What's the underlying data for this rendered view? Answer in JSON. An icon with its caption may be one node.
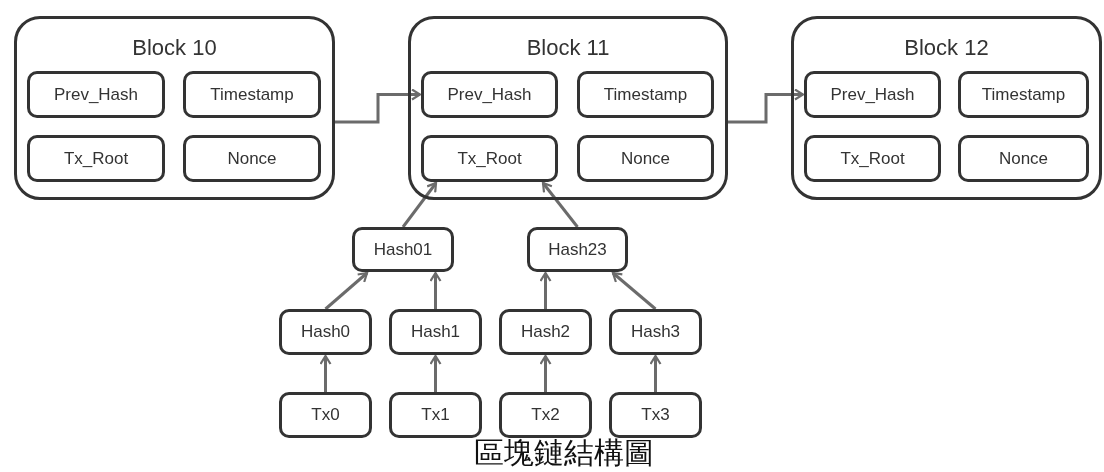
{
  "diagram": {
    "caption": "區塊鏈結構圖",
    "nodes": [
      {
        "text": [
          "Block 10"
        ]
      },
      {
        "text": [
          "Prev_Hash"
        ],
        "in": 0
      },
      {
        "text": [
          "Timestamp"
        ],
        "in": 0
      },
      {
        "text": [
          "Tx_Root"
        ],
        "in": 0
      },
      {
        "text": [
          "Nonce"
        ],
        "in": 0
      },
      {
        "text": [
          "Block 11"
        ]
      },
      {
        "text": [
          "Prev_Hash"
        ],
        "in": 5
      },
      {
        "text": [
          "Timestamp"
        ],
        "in": 5
      },
      {
        "text": [
          "Tx_Root"
        ],
        "in": 5
      },
      {
        "text": [
          "Nonce"
        ],
        "in": 5
      },
      {
        "text": [
          "Block 12"
        ]
      },
      {
        "text": [
          "Prev_Hash"
        ],
        "in": 10
      },
      {
        "text": [
          "Timestamp"
        ],
        "in": 10
      },
      {
        "text": [
          "Tx_Root"
        ],
        "in": 10
      },
      {
        "text": [
          "Nonce"
        ],
        "in": 10
      },
      {
        "text": [
          "Hash01"
        ]
      },
      {
        "text": [
          "Hash23"
        ]
      },
      {
        "text": [
          "Hash0"
        ]
      },
      {
        "text": [
          "Hash1"
        ]
      },
      {
        "text": [
          "Hash2"
        ]
      },
      {
        "text": [
          "Hash3"
        ]
      },
      {
        "text": [
          "Tx0"
        ]
      },
      {
        "text": [
          "Tx1"
        ]
      },
      {
        "text": [
          "Tx2"
        ]
      },
      {
        "text": [
          "Tx3"
        ]
      }
    ],
    "edges": [
      {
        "from": 0,
        "to": 6,
        "arrow": "to"
      },
      {
        "from": 5,
        "to": 11,
        "arrow": "to"
      },
      {
        "from": 15,
        "to": 8,
        "arrow": "to"
      },
      {
        "from": 16,
        "to": 8,
        "arrow": "to"
      },
      {
        "from": 17,
        "to": 15,
        "arrow": "to"
      },
      {
        "from": 18,
        "to": 15,
        "arrow": "to"
      },
      {
        "from": 19,
        "to": 16,
        "arrow": "to"
      },
      {
        "from": 20,
        "to": 16,
        "arrow": "to"
      },
      {
        "from": 21,
        "to": 17,
        "arrow": "to"
      },
      {
        "from": 22,
        "to": 18,
        "arrow": "to"
      },
      {
        "from": 23,
        "to": 19,
        "arrow": "to"
      },
      {
        "from": 24,
        "to": 20,
        "arrow": "to"
      }
    ]
  }
}
